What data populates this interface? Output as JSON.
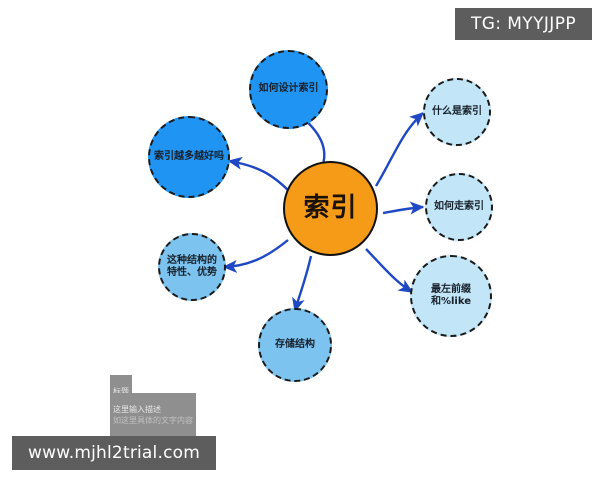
{
  "watermarks": {
    "telegram_badge": "TG: MYYJJPP",
    "site_url": "www.mjhl2trial.com"
  },
  "editor_placeholders": {
    "title": "标题",
    "description_line1": "这里输入描述",
    "description_line2": "如这里具体的文字内容"
  },
  "mindmap": {
    "root": {
      "label": "索引",
      "color": "#f59b18"
    },
    "nodes": [
      {
        "id": "how-to-design",
        "label": "如何设计索引",
        "color": "#2094f3"
      },
      {
        "id": "more-is-better",
        "label": "索引越多越好吗",
        "color": "#2094f3"
      },
      {
        "id": "structure-traits",
        "label": "这种结构的\n特性、优势",
        "color": "#7cc3f0"
      },
      {
        "id": "storage-structure",
        "label": "存储结构",
        "color": "#7cc3f0"
      },
      {
        "id": "what-is-index",
        "label": "什么是索引",
        "color": "#c2e6f8"
      },
      {
        "id": "how-to-use-index",
        "label": "如何走索引",
        "color": "#c2e6f8"
      },
      {
        "id": "leftmost-prefix",
        "label": "最左前缀和%like",
        "color": "#c2e6f8"
      }
    ],
    "link_color": "#1f49c4"
  }
}
